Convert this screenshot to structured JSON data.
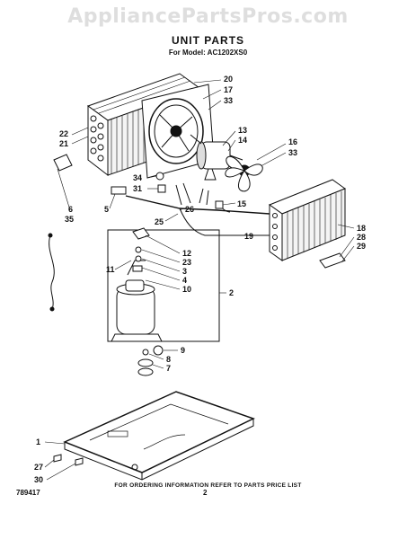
{
  "watermark": "AppliancePartsPros.com",
  "title": "UNIT PARTS",
  "subtitle": "For Model: AC1202XS0",
  "footer_note": "FOR ORDERING INFORMATION REFER TO PARTS PRICE LIST",
  "drawing_code": "789417",
  "page_number": "2",
  "callouts": [
    {
      "label": "20"
    },
    {
      "label": "17"
    },
    {
      "label": "33"
    },
    {
      "label": "13"
    },
    {
      "label": "14"
    },
    {
      "label": "16"
    },
    {
      "label": "33"
    },
    {
      "label": "22"
    },
    {
      "label": "21"
    },
    {
      "label": "34"
    },
    {
      "label": "31"
    },
    {
      "label": "6"
    },
    {
      "label": "35"
    },
    {
      "label": "5"
    },
    {
      "label": "26"
    },
    {
      "label": "25"
    },
    {
      "label": "15"
    },
    {
      "label": "19"
    },
    {
      "label": "18"
    },
    {
      "label": "28"
    },
    {
      "label": "29"
    },
    {
      "label": "12"
    },
    {
      "label": "23"
    },
    {
      "label": "11"
    },
    {
      "label": "3"
    },
    {
      "label": "4"
    },
    {
      "label": "10"
    },
    {
      "label": "2"
    },
    {
      "label": "9"
    },
    {
      "label": "8"
    },
    {
      "label": "7"
    },
    {
      "label": "1"
    },
    {
      "label": "27"
    },
    {
      "label": "30"
    }
  ]
}
